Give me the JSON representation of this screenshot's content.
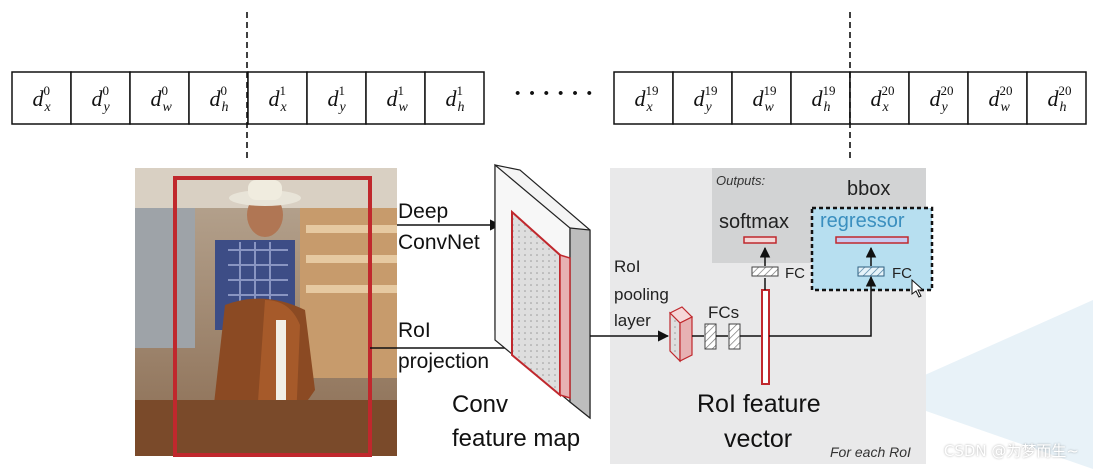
{
  "bbox_vector": {
    "left_cells": [
      {
        "sub": "x",
        "sup": "0"
      },
      {
        "sub": "y",
        "sup": "0"
      },
      {
        "sub": "w",
        "sup": "0"
      },
      {
        "sub": "h",
        "sup": "0"
      },
      {
        "sub": "x",
        "sup": "1"
      },
      {
        "sub": "y",
        "sup": "1"
      },
      {
        "sub": "w",
        "sup": "1"
      },
      {
        "sub": "h",
        "sup": "1"
      }
    ],
    "right_cells": [
      {
        "sub": "x",
        "sup": "19"
      },
      {
        "sub": "y",
        "sup": "19"
      },
      {
        "sub": "w",
        "sup": "19"
      },
      {
        "sub": "h",
        "sup": "19"
      },
      {
        "sub": "x",
        "sup": "20"
      },
      {
        "sub": "y",
        "sup": "20"
      },
      {
        "sub": "w",
        "sup": "20"
      },
      {
        "sub": "h",
        "sup": "20"
      }
    ],
    "cell_symbol": "d",
    "ellipsis": "······"
  },
  "labels": {
    "deep_convnet_1": "Deep",
    "deep_convnet_2": "ConvNet",
    "roi_projection_1": "RoI",
    "roi_projection_2": "projection",
    "conv_feature_map_1": "Conv",
    "conv_feature_map_2": "feature map",
    "roi_pooling_1": "RoI",
    "roi_pooling_2": "pooling",
    "roi_pooling_3": "layer",
    "fcs": "FCs",
    "roi_feature_vector_1": "RoI feature",
    "roi_feature_vector_2": "vector",
    "outputs": "Outputs:",
    "softmax": "softmax",
    "bbox": "bbox",
    "regressor": "regressor",
    "fc_softmax": "FC",
    "fc_bbox": "FC",
    "for_each_roi": "For each RoI"
  },
  "watermark": "CSDN @为梦而生~",
  "colors": {
    "roi_red": "#c0282d",
    "panel_gray": "#e9e9ea",
    "outputs_gray": "#d2d3d4",
    "bbox_blue": "#b7dff0",
    "regressor_text": "#3a8fbf",
    "bar_fill": "#c9c9f0",
    "fc_hatch": "#9bc4dc"
  }
}
